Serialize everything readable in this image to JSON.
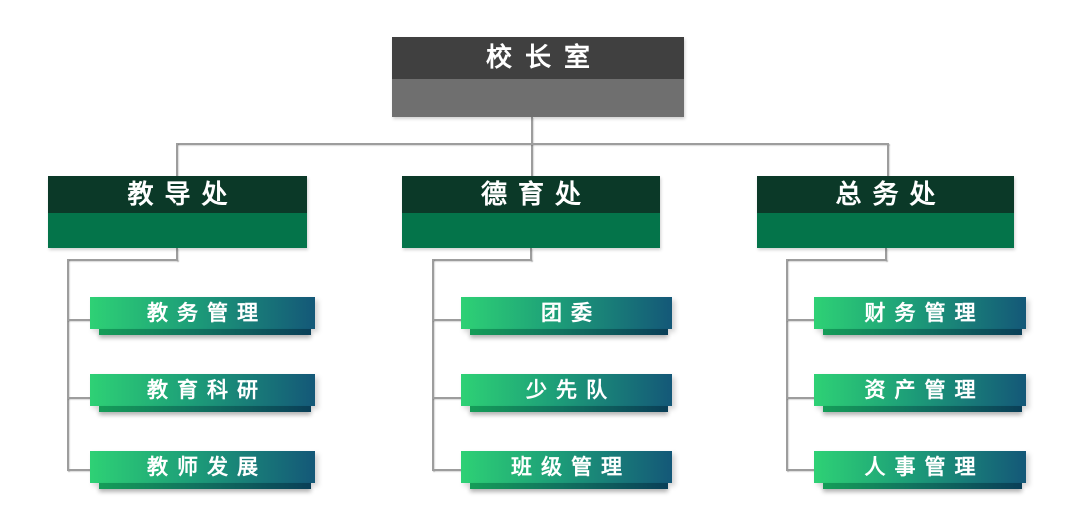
{
  "org": {
    "root": {
      "label": "校长室"
    },
    "departments": [
      {
        "label": "教导处",
        "children": [
          "教务管理",
          "教育科研",
          "教师发展"
        ]
      },
      {
        "label": "德育处",
        "children": [
          "团委",
          "少先队",
          "班级管理"
        ]
      },
      {
        "label": "总务处",
        "children": [
          "财务管理",
          "资产管理",
          "人事管理"
        ]
      }
    ]
  },
  "colors": {
    "root_band_dark": "#404040",
    "root_band_light": "#6f6f6f",
    "dept_band_dark": "#0b3928",
    "dept_band_light": "#04744a",
    "bar_gradient_start": "#2ed175",
    "bar_gradient_end": "#145878",
    "bar_edge_start": "#159d58",
    "bar_edge_end": "#0a3f58",
    "connector": "#9d9d9d",
    "text": "#ffffff"
  }
}
